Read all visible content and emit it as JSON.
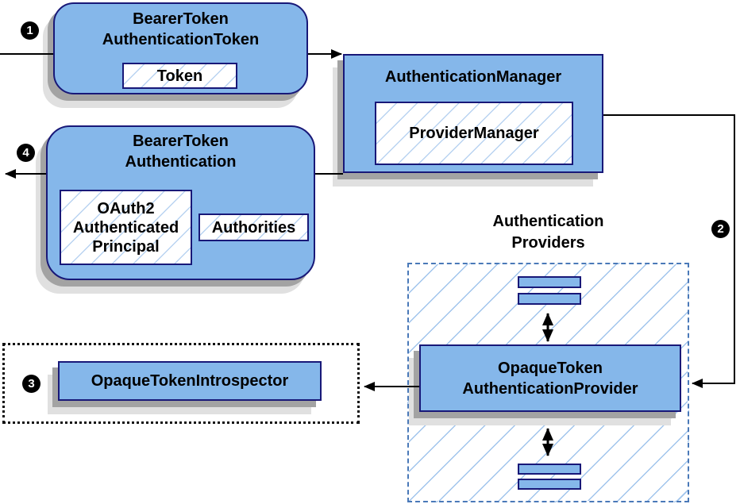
{
  "colors": {
    "node_fill": "#85b7ea",
    "node_border": "#181878",
    "inner_hatch": "#b9d3f1",
    "region_hatch": "#a0c4ec",
    "region_border": "#4a79b8",
    "shadow_dark": "#a3a3a3",
    "shadow_light": "#e0e0e0",
    "line_color": "#000000"
  },
  "steps": {
    "s1": "1",
    "s2": "2",
    "s3": "3",
    "s4": "4"
  },
  "nodes": {
    "bearer_token_authentication_token": {
      "title": "BearerToken\nAuthenticationToken",
      "token": "Token"
    },
    "authentication_manager": {
      "title": "AuthenticationManager",
      "provider_manager": "ProviderManager"
    },
    "bearer_token_authentication": {
      "title": "BearerToken\nAuthentication",
      "principal": "OAuth2\nAuthenticated\nPrincipal",
      "authorities": "Authorities"
    },
    "authentication_providers": {
      "title": "Authentication\nProviders",
      "provider": "OpaqueToken\nAuthenticationProvider"
    },
    "introspector": {
      "label": "OpaqueTokenIntrospector"
    }
  }
}
